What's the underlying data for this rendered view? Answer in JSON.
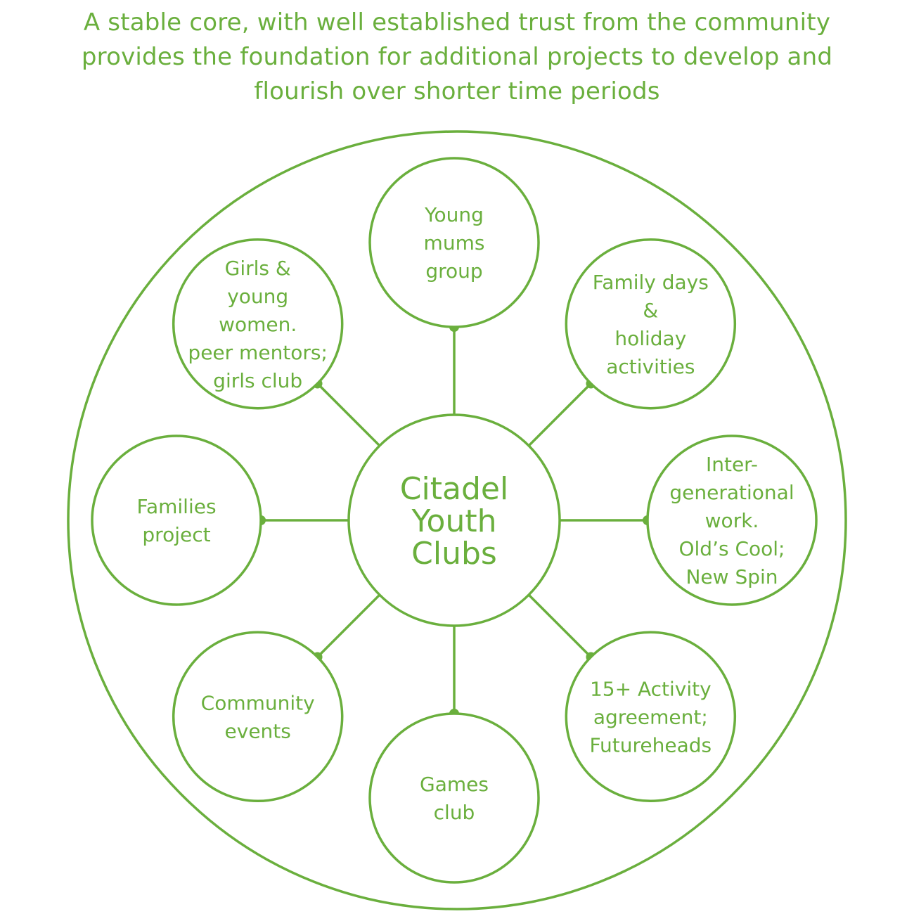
{
  "accent_color": "#6aaf3d",
  "background_color": "#ffffff",
  "headline": {
    "lines": [
      "A stable core, with well established trust from the community",
      "provides the foundation for additional projects to develop and",
      "flourish over shorter time periods"
    ]
  },
  "diagram": {
    "center": {
      "lines": [
        "Citadel",
        "Youth",
        "Clubs"
      ]
    },
    "nodes": [
      {
        "id": "young-mums-group",
        "lines": [
          "Young",
          "mums",
          "group"
        ]
      },
      {
        "id": "family-days",
        "lines": [
          "Family days",
          "&",
          "holiday",
          "activities"
        ]
      },
      {
        "id": "intergenerational-work",
        "lines": [
          "Inter-",
          "generational",
          "work.",
          "Old’s Cool;",
          "New Spin"
        ]
      },
      {
        "id": "activity-agreement",
        "lines": [
          "15+ Activity",
          "agreement;",
          "Futureheads"
        ]
      },
      {
        "id": "games-club",
        "lines": [
          "Games",
          "club"
        ]
      },
      {
        "id": "community-events",
        "lines": [
          "Community",
          "events"
        ]
      },
      {
        "id": "families-project",
        "lines": [
          "Families",
          "project"
        ]
      },
      {
        "id": "girls-young-women",
        "lines": [
          "Girls &",
          "young",
          "women.",
          "peer mentors;",
          "girls club"
        ]
      }
    ]
  }
}
